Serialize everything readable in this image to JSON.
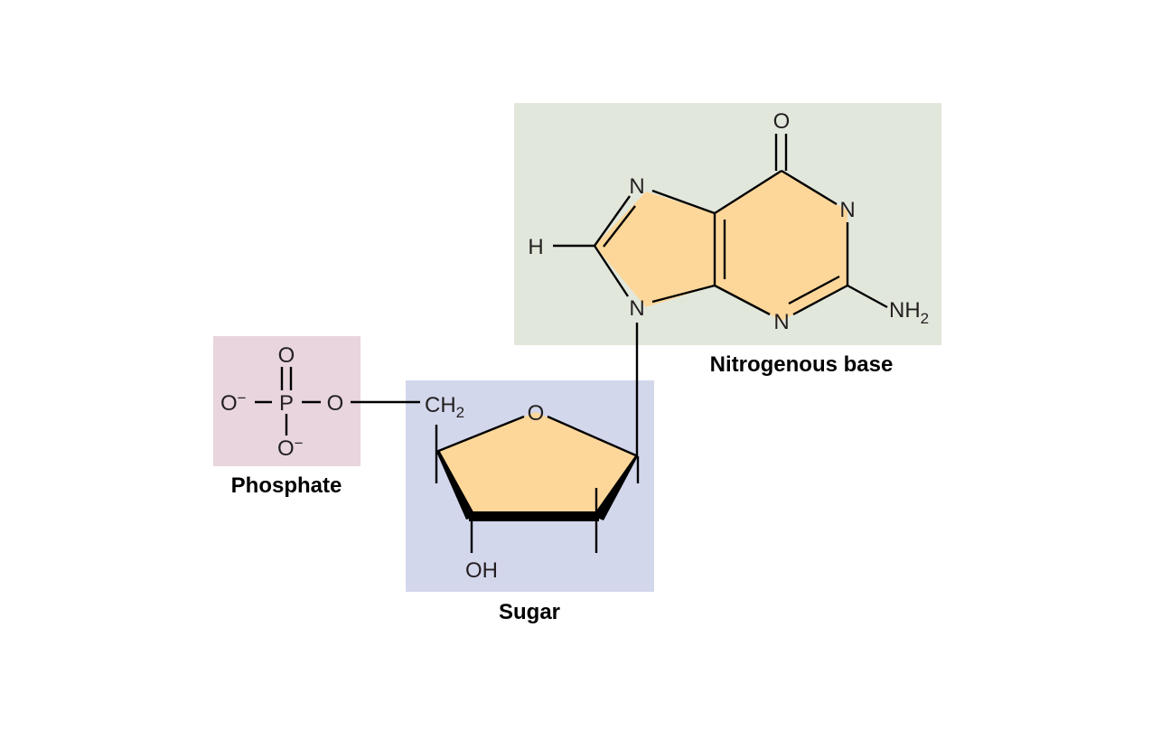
{
  "labels": {
    "phosphate": "Phosphate",
    "sugar": "Sugar",
    "base": "Nitrogenous base"
  },
  "phosphate": {
    "o_top": "O",
    "o_left": "O",
    "o_left_charge": "−",
    "p": "P",
    "o_right": "O",
    "o_bottom": "O",
    "o_bottom_charge": "−"
  },
  "sugar": {
    "ch2": "CH",
    "ch2_sub": "2",
    "ring_o": "O",
    "oh": "OH"
  },
  "base": {
    "o_carbonyl": "O",
    "n7": "N",
    "n1": "N",
    "h": "H",
    "n9": "N",
    "n3": "N",
    "nh2": "NH",
    "nh2_sub": "2"
  },
  "colors": {
    "phosphate_box": "#e8d5dd",
    "sugar_box": "#d3d7ec",
    "base_box": "#e2e7dc",
    "ring_fill": "#fdd79a",
    "bond": "#000000"
  }
}
